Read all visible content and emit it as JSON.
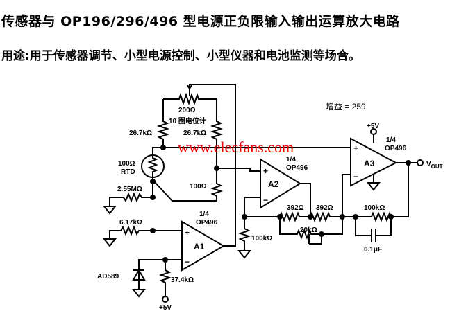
{
  "title": "传感器与 OP196/296/496 型电源正负限输入输出运算放大电路",
  "subtitle": "用途:用于传感器调节、小型电源控制、小型仪器和电池监测等场合。",
  "gain": "增益 = 259",
  "watermark": "www.elecfans.com",
  "components": {
    "pot_200": "200Ω",
    "pot_note": "10 圈电位计",
    "r1": "26.7kΩ",
    "r2": "26.7kΩ",
    "rtd": "100Ω",
    "rtd_label": "RTD",
    "r100": "100Ω",
    "r255": "2.55MΩ",
    "r617": "6.17kΩ",
    "ad589": "AD589",
    "r374": "37.4kΩ",
    "vplus_a1": "+5V",
    "a1_frac": "1/4",
    "a1_part": "OP496",
    "a1": "A1",
    "a2_frac": "1/4",
    "a2_part": "OP496",
    "a2": "A2",
    "a3_frac": "1/4",
    "a3_part": "OP496",
    "a3": "A3",
    "vplus_a3": "+5V",
    "r392a": "392Ω",
    "r392b": "392Ω",
    "pot20k": "20kΩ",
    "r100k_g": "100kΩ",
    "r100k_f": "100kΩ",
    "cap": "0.1μF",
    "vout": "V",
    "vout_sub": "OUT",
    "plus": "+",
    "minus": "−"
  }
}
